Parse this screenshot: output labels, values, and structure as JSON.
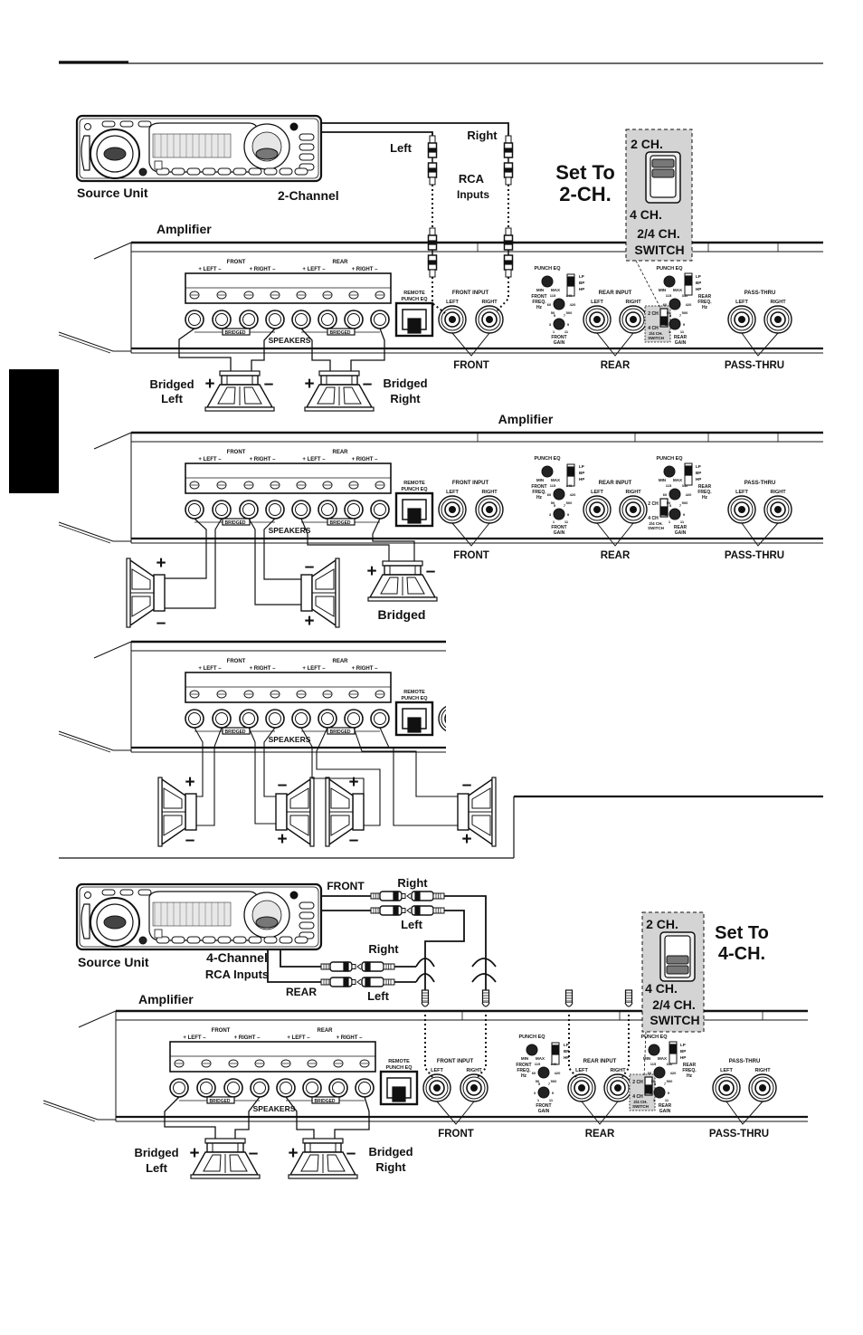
{
  "section1": {
    "source_unit": "Source Unit",
    "channel": "2-Channel",
    "amplifier": "Amplifier",
    "left": "Left",
    "right": "Right",
    "rca": "RCA",
    "inputs": "Inputs",
    "set_to": "Set To",
    "set_value": "2-CH.",
    "switch": {
      "ch2": "2 CH.",
      "ch4": "4 CH.",
      "line1": "2/4 CH.",
      "line2": "SWITCH"
    },
    "bridged_left": [
      "Bridged",
      "Left"
    ],
    "bridged_right": [
      "Bridged",
      "Right"
    ]
  },
  "section2": {
    "amplifier": "Amplifier",
    "bridged": "Bridged"
  },
  "section4": {
    "source_unit": "Source Unit",
    "channel": [
      "4-Channel",
      "RCA Inputs"
    ],
    "amplifier": "Amplifier",
    "front": "FRONT",
    "rear": "REAR",
    "right": "Right",
    "left": "Left",
    "set_to": "Set To",
    "set_value": "4-CH.",
    "switch": {
      "ch2": "2 CH.",
      "ch4": "4 CH.",
      "line1": "2/4 CH.",
      "line2": "SWITCH"
    },
    "bridged_left": [
      "Bridged",
      "Left"
    ],
    "bridged_right": [
      "Bridged",
      "Right"
    ]
  },
  "speaker": {
    "plus": "+",
    "minus": "–"
  },
  "amp": {
    "front": "FRONT",
    "rear": "REAR",
    "pol_left": "+  LEFT  –",
    "pol_right": "+ RIGHT –",
    "bridged": "BRIDGED",
    "speakers": "SPEAKERS",
    "remote": [
      "REMOTE",
      "PUNCH EQ"
    ],
    "front_input": "FRONT INPUT",
    "rear_input": "REAR INPUT",
    "pass_thru": "PASS-THRU",
    "left": "LEFT",
    "right": "RIGHT",
    "punch_eq": "PUNCH EQ",
    "min": "MIN",
    "max": "MAX",
    "filter": [
      "LP",
      "BP",
      "HP"
    ],
    "front_freq": [
      "FRONT",
      "FREQ.",
      "Hz"
    ],
    "front_gain": [
      "FRONT",
      "GAIN"
    ],
    "rear_freq": [
      "REAR",
      "FREQ.",
      "Hz"
    ],
    "rear_gain": [
      "REAR",
      "GAIN"
    ],
    "freq_ticks": [
      "115",
      "340",
      "60",
      "420",
      "50",
      "500"
    ],
    "gain_ticks": [
      "5",
      "7",
      "3",
      "9",
      "1",
      "11"
    ],
    "sw": [
      "2 CH",
      "4 CH",
      "2/4 CH.",
      "SWITCH"
    ],
    "label_front": "FRONT",
    "label_rear": "REAR",
    "label_pass": "PASS-THRU"
  },
  "colors": {
    "ink": "#111111",
    "callout_fill": "#d4d4d4",
    "tab": "#000000"
  }
}
